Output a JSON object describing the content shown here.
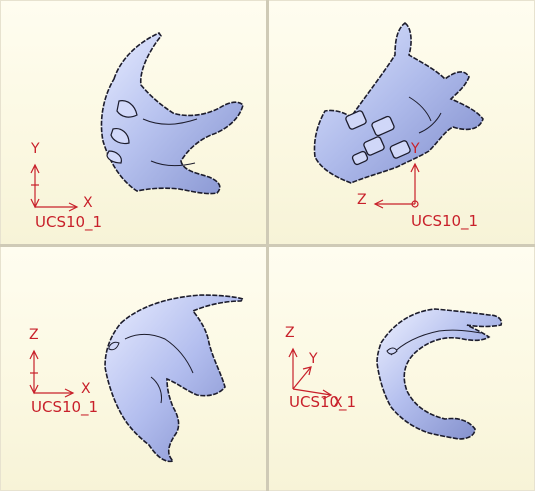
{
  "viewports": [
    {
      "name": "top-left",
      "axes": [
        "Y",
        "X"
      ],
      "ucs_label": "UCS10_1"
    },
    {
      "name": "top-right",
      "axes": [
        "Y",
        "Z"
      ],
      "ucs_label": "UCS10_1"
    },
    {
      "name": "bottom-left",
      "axes": [
        "Z",
        "X"
      ],
      "ucs_label": "UCS10_1"
    },
    {
      "name": "bottom-right",
      "axes": [
        "Z",
        "Y",
        "X"
      ],
      "ucs_label": "UCS10_1"
    }
  ],
  "colors": {
    "background": "#fbf8e1",
    "part_fill": "#b9c4ee",
    "part_edge": "#1c1c2c",
    "axis": "#c8202a"
  },
  "icons": [
    "ucs-triad-icon",
    "fairing-part-icon"
  ]
}
